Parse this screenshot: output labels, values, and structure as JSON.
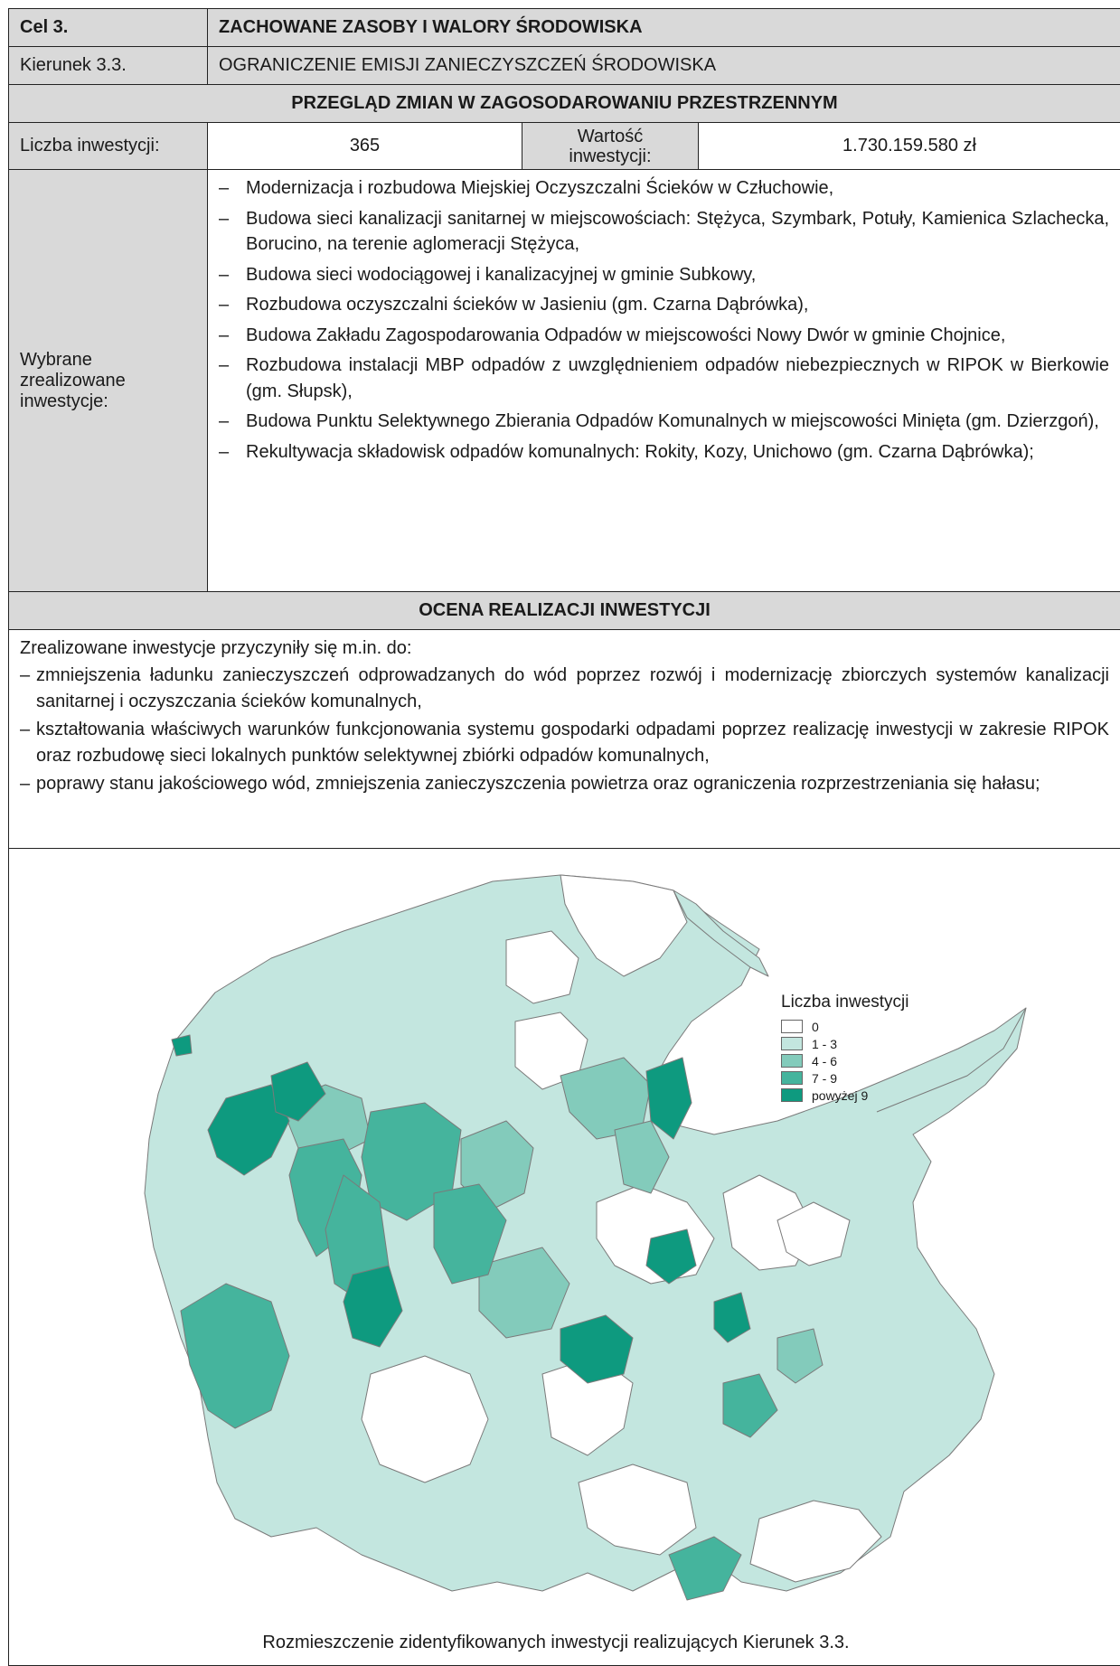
{
  "header": {
    "cel_label": "Cel 3.",
    "cel_title": "ZACHOWANE ZASOBY I WALORY ŚRODOWISKA",
    "kierunek_label": "Kierunek 3.3.",
    "kierunek_title": "OGRANICZENIE EMISJI ZANIECZYSZCZEŃ ŚRODOWISKA"
  },
  "review": {
    "section_title": "PRZEGLĄD ZMIAN W ZAGOSODAROWANIU PRZESTRZENNYM",
    "count_label": "Liczba inwestycji:",
    "count_value": "365",
    "value_label_line1": "Wartość",
    "value_label_line2": "inwestycji:",
    "value_amount": "1.730.159.580 zł",
    "selected_label_line1": "Wybrane",
    "selected_label_line2": "zrealizowane",
    "selected_label_line3": "inwestycje:",
    "investments": [
      "Modernizacja i rozbudowa Miejskiej Oczyszczalni Ścieków w Człuchowie,",
      "Budowa sieci kanalizacji sanitarnej w miejscowościach: Stężyca, Szymbark, Potuły, Kamienica Szlachecka, Borucino, na terenie aglomeracji Stężyca,",
      "Budowa sieci wodociągowej i kanalizacyjnej w gminie Subkowy,",
      "Rozbudowa oczyszczalni ścieków w Jasieniu (gm. Czarna Dąbrówka),",
      "Budowa Zakładu Zagospodarowania Odpadów w miejscowości Nowy Dwór w gminie Chojnice,",
      "Rozbudowa instalacji MBP odpadów z uwzględnieniem odpadów niebezpiecznych w RIPOK w Bierkowie (gm. Słupsk),",
      "Budowa Punktu Selektywnego Zbierania Odpadów Komunalnych w miejscowości Minięta (gm. Dzierzgoń),",
      "Rekultywacja składowisk odpadów komunalnych: Rokity, Kozy, Unichowo (gm. Czarna Dąbrówka);"
    ]
  },
  "evaluation": {
    "section_title": "OCENA REALIZACJI INWESTYCJI",
    "intro": "Zrealizowane inwestycje przyczyniły się m.in. do:",
    "points": [
      "zmniejszenia ładunku zanieczyszczeń odprowadzanych do wód poprzez rozwój i modernizację zbiorczych systemów kanalizacji sanitarnej i oczyszczania ścieków komunalnych,",
      "kształtowania właściwych warunków funkcjonowania systemu gospodarki odpadami poprzez realizację inwestycji w zakresie RIPOK oraz rozbudowę sieci lokalnych punktów selektywnej zbiórki odpadów komunalnych,",
      "poprawy stanu jakościowego wód, zmniejszenia zanieczyszczenia powietrza oraz ograniczenia rozprzestrzeniania się hałasu;"
    ]
  },
  "map": {
    "legend_title": "Liczba inwestycji",
    "legend": [
      {
        "label": "0",
        "color": "#ffffff"
      },
      {
        "label": "1 - 3",
        "color": "#c3e6df"
      },
      {
        "label": "4 - 6",
        "color": "#83cbbb"
      },
      {
        "label": "7 - 9",
        "color": "#45b49d"
      },
      {
        "label": "powyżej 9",
        "color": "#0e9a7f"
      }
    ],
    "caption": "Rozmieszczenie zidentyfikowanych inwestycji realizujących Kierunek 3.3."
  }
}
